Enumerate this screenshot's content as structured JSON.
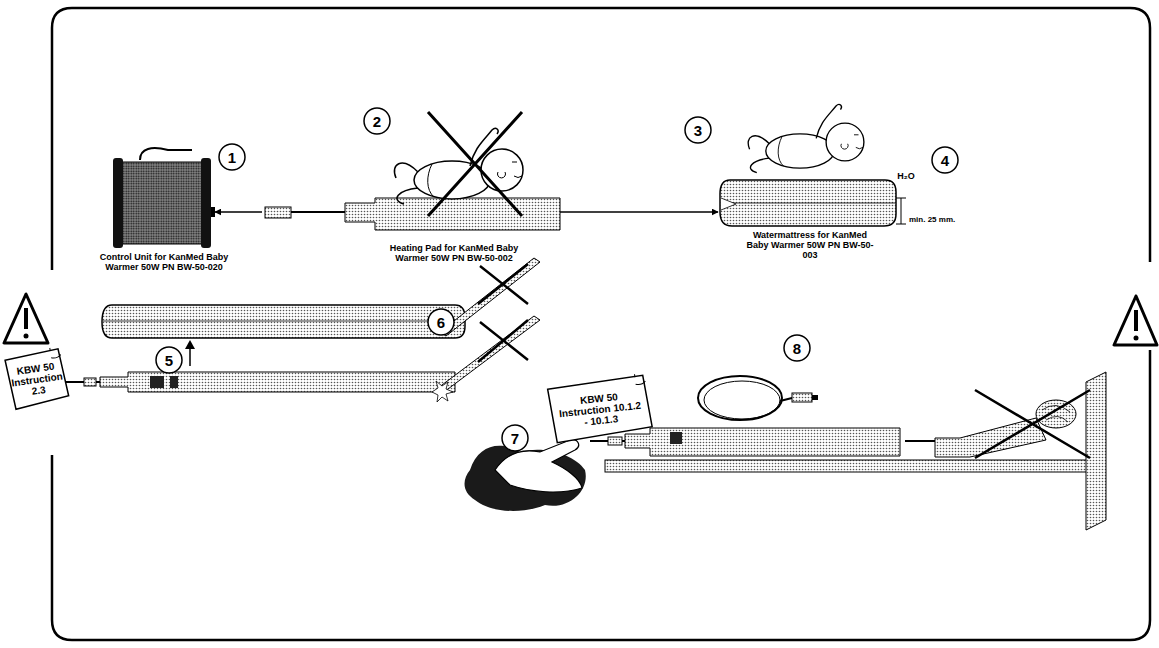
{
  "diagram": {
    "nodes": [
      {
        "text": [
          "Control Unit for KanMed Baby Warmer 50W PN BW-50-020"
        ]
      },
      {
        "text": [
          "Heating Pad for KanMed Baby Warmer 50W PN BW-50-002"
        ]
      },
      {
        "text": [
          "Watermattress for KanMed Baby Warmer 50W PN BW-50-003"
        ]
      },
      {
        "text": [
          "KBW 50 Instruction 2.3"
        ]
      },
      {
        "text": [
          "KBW 50 Instruction 10.1.2 - 10.1.3"
        ]
      }
    ],
    "edges": [
      {
        "from": 1,
        "to": 0,
        "arrow": "to"
      },
      {
        "from": 1,
        "to": 2,
        "arrow": "to"
      }
    ],
    "labels": [
      "1",
      "2",
      "3",
      "4",
      "H₂O",
      "min. 25 mm.",
      "5",
      "6",
      "7",
      "8"
    ]
  }
}
